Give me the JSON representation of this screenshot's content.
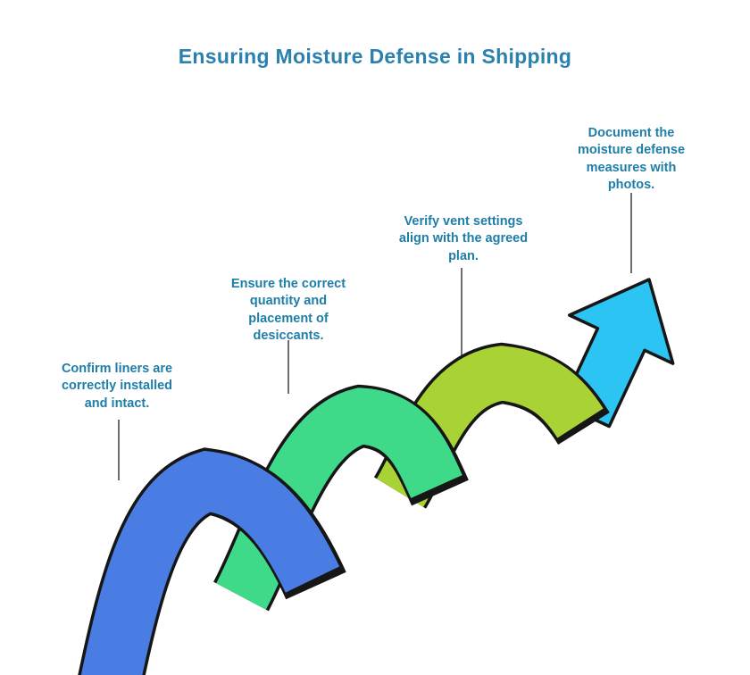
{
  "title": {
    "text": "Ensuring Moisture Defense in Shipping"
  },
  "steps": [
    {
      "name": "step-1",
      "lines": [
        "Confirm liners are",
        "correctly installed",
        "and intact."
      ],
      "color": "#4a7de4"
    },
    {
      "name": "step-2",
      "lines": [
        "Ensure the correct",
        "quantity and",
        "placement of",
        "desiccants."
      ],
      "color": "#3fd98a"
    },
    {
      "name": "step-3",
      "lines": [
        "Verify vent settings",
        "align with the agreed",
        "plan."
      ],
      "color": "#a9d335"
    },
    {
      "name": "step-4",
      "lines": [
        "Document the",
        "moisture defense",
        "measures with",
        "photos."
      ],
      "color": "#2cc4f2"
    }
  ],
  "colors": {
    "background": "#ffffff",
    "title_text": "#2b81ad",
    "label_text": "#1e7ea8",
    "outline": "#161616",
    "connector_line": "#4a4a4a"
  }
}
